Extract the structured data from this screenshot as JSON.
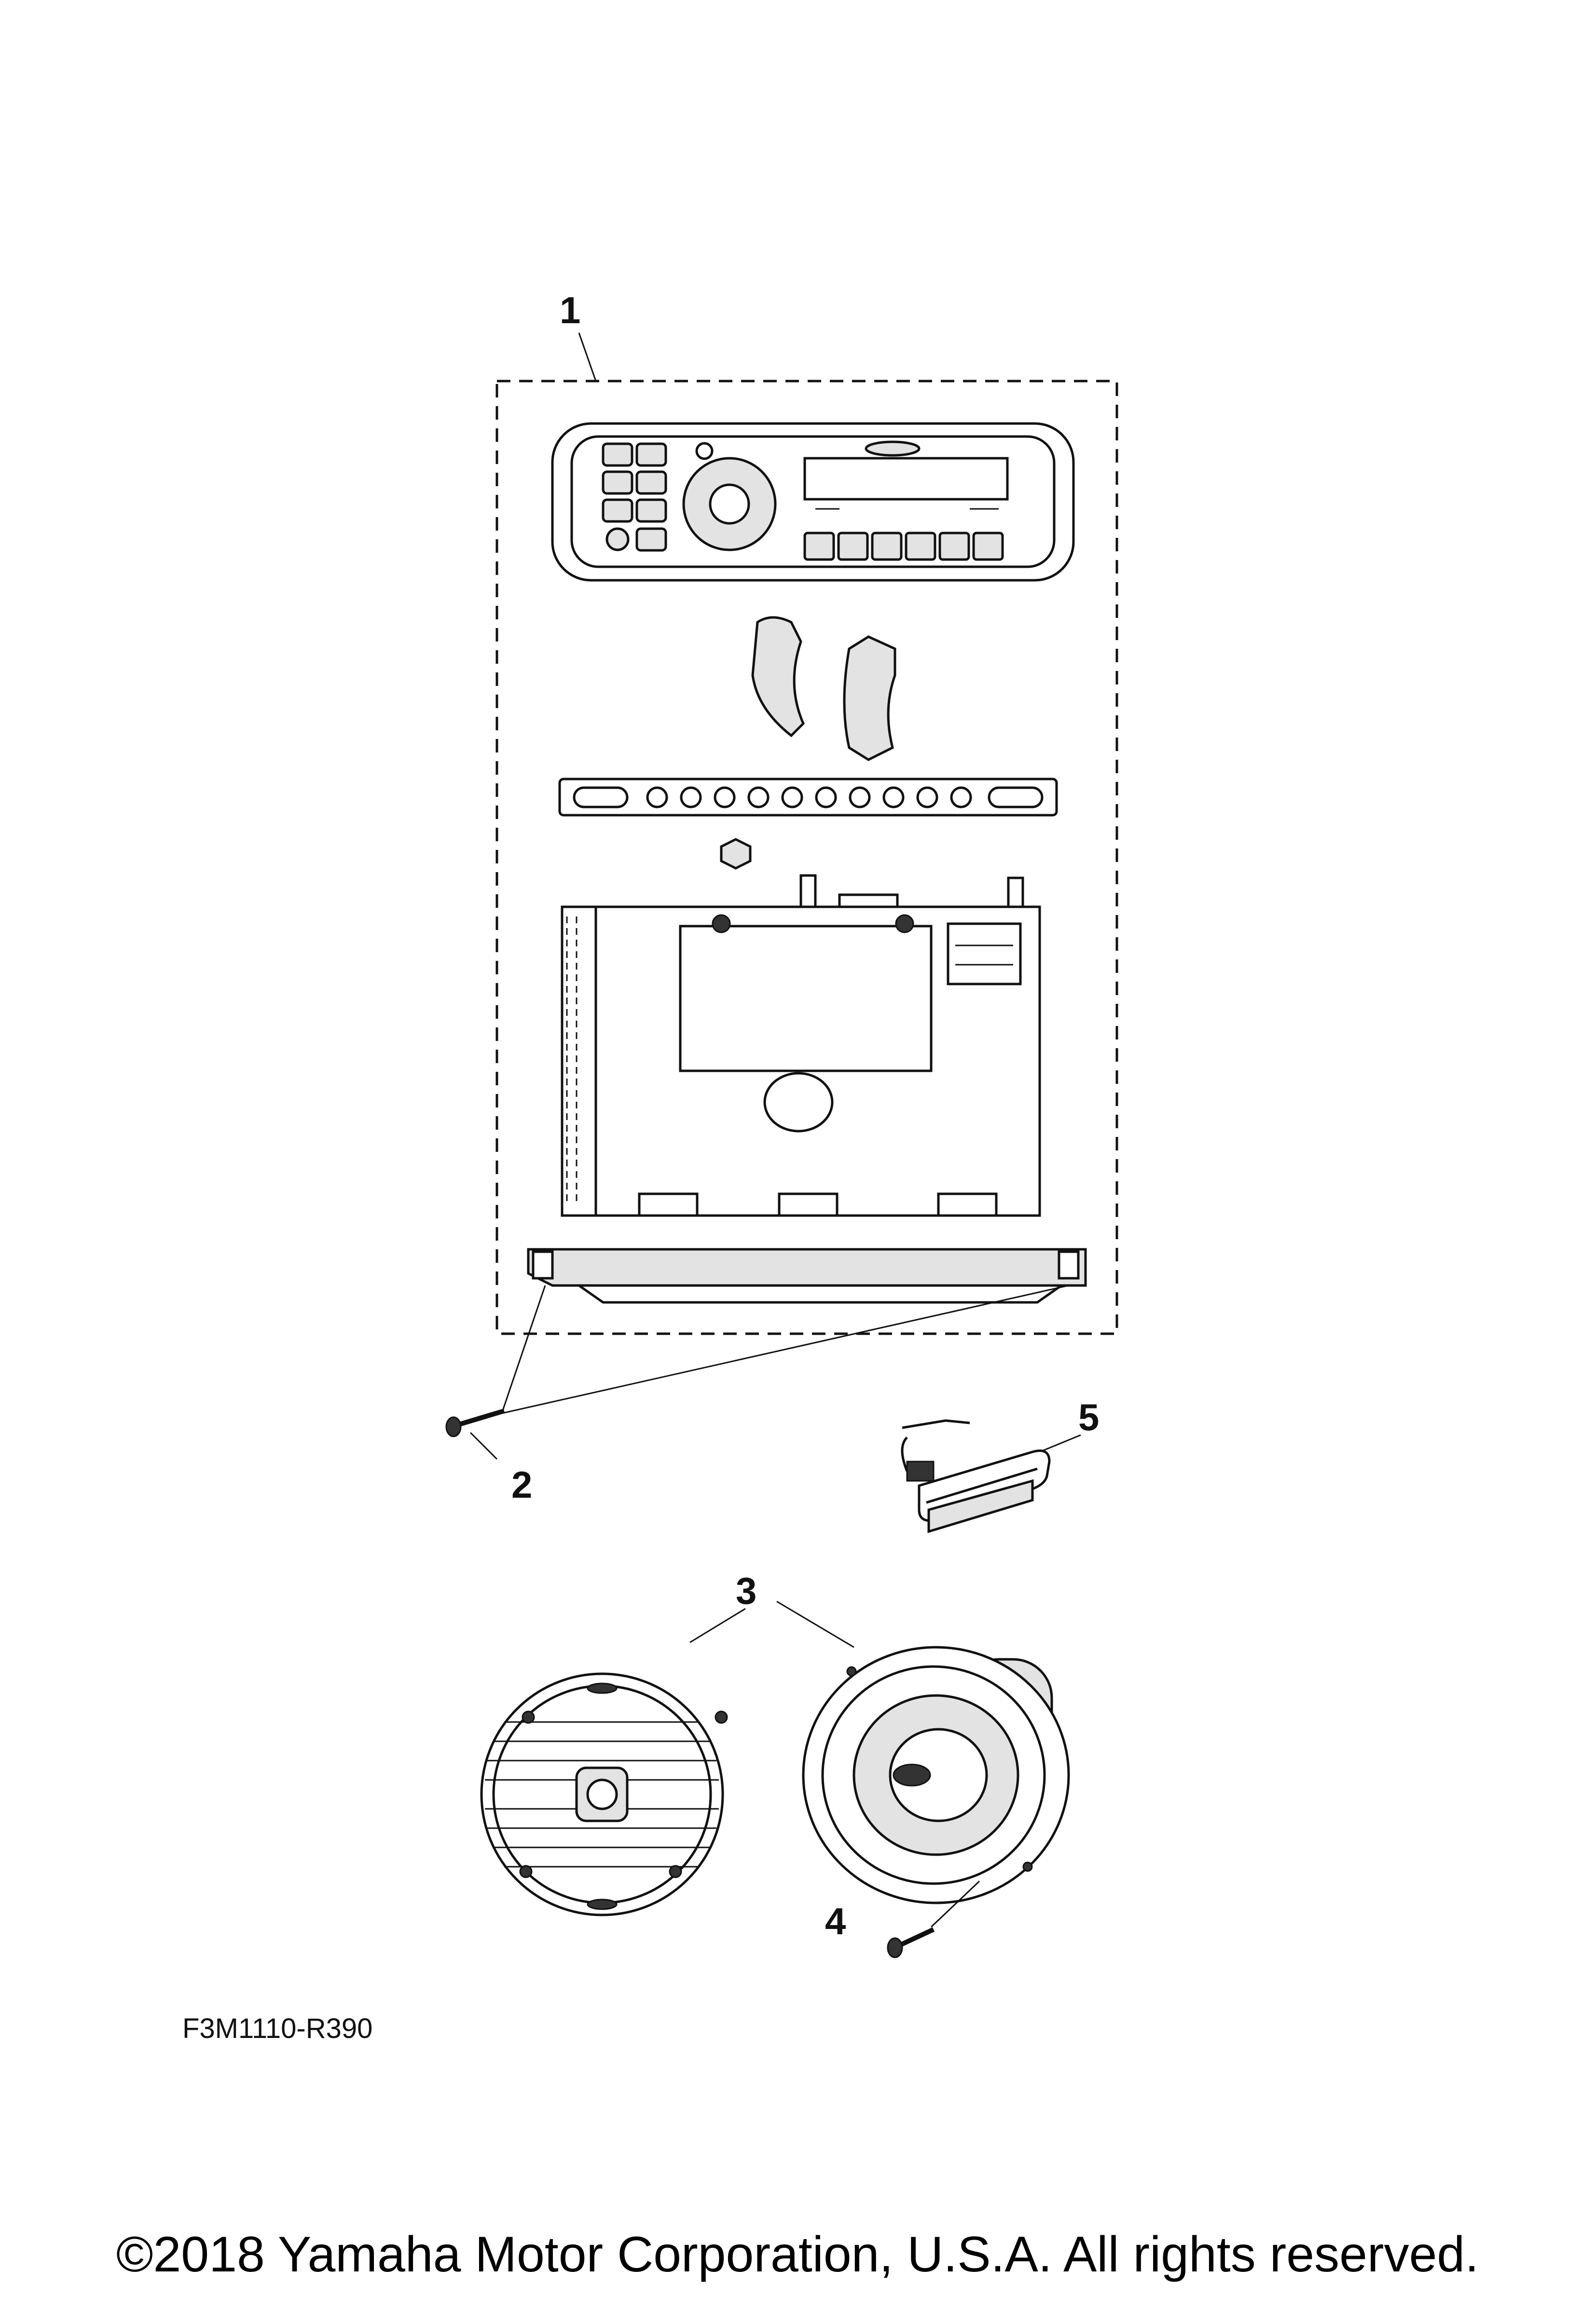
{
  "callouts": [
    "1",
    "2",
    "3",
    "4",
    "5"
  ],
  "figure_code": "F3M1110-R390",
  "copyright": "©2018 Yamaha Motor Corporation, U.S.A. All rights reserved."
}
